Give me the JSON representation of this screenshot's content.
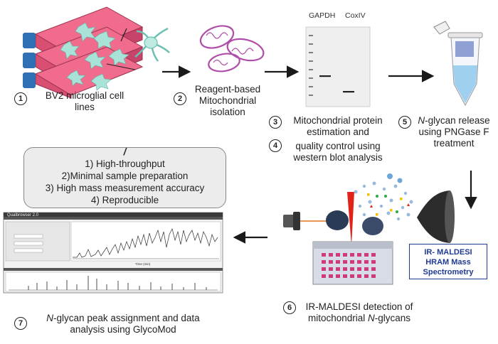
{
  "steps": {
    "s1": {
      "num": "1",
      "line1": "BV2 microglial cell",
      "line2": "lines"
    },
    "s2": {
      "num": "2",
      "line1": "Reagent-based",
      "line2": "Mitochondrial",
      "line3": "isolation"
    },
    "s3": {
      "num": "3",
      "line1": "Mitochondrial protein",
      "line2": "estimation and"
    },
    "s4": {
      "num": "4",
      "line1": "quality control using",
      "line2": "western blot analysis"
    },
    "s5": {
      "num": "5",
      "line1_em": "N",
      "line1_rest": "-glycan release",
      "line2": "using PNGase F",
      "line3": "treatment"
    },
    "s6": {
      "num": "6",
      "line1": "IR-MALDESI detection of",
      "line2_pre": "mitochondrial ",
      "line2_em": "N",
      "line2_post": "-glycans"
    },
    "s7": {
      "num": "7",
      "line1_em": "N",
      "line1_rest": "-glycan peak assignment and data",
      "line2": "analysis using GlycoMod"
    }
  },
  "western_blot": {
    "lane1": "GAPDH",
    "lane2": "CoxIV"
  },
  "advantages": {
    "marker": "/",
    "items": [
      "1) High-throughput",
      "2)Minimal sample preparation",
      "3) High mass measurement accuracy",
      "4) Reproducible"
    ]
  },
  "ms_instrument": {
    "line1": "IR- MALDESI",
    "line2": "HRAM Mass",
    "line3": "Spectrometry"
  },
  "software": {
    "window_title": "Qualbrowser 2.0",
    "xlabel": "Time (min)"
  },
  "colors": {
    "flask": "#e8557a",
    "cap": "#2f6fb3",
    "mito": "#b04fa8",
    "cells": "#8fd6c9",
    "laser": "#e2231a",
    "ms_border": "#1f3a93"
  }
}
